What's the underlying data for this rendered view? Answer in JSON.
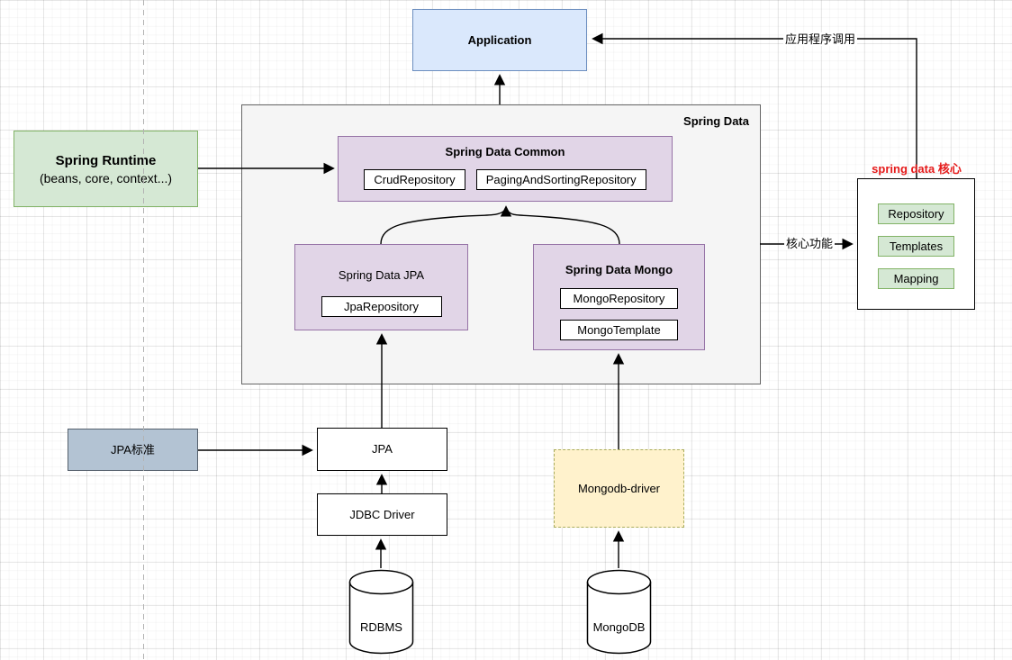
{
  "diagram": {
    "nodes": {
      "application": {
        "label": "Application"
      },
      "spring_data_container": {
        "label": "Spring Data"
      },
      "spring_data_common": {
        "title": "Spring Data Common",
        "items": [
          "CrudRepository",
          "PagingAndSortingRepository"
        ]
      },
      "spring_data_jpa": {
        "title": "Spring Data JPA",
        "items": [
          "JpaRepository"
        ]
      },
      "spring_data_mongo": {
        "title": "Spring Data Mongo",
        "items": [
          "MongoRepository",
          "MongoTemplate"
        ]
      },
      "spring_runtime": {
        "title": "Spring Runtime",
        "subtitle": "(beans, core, context...)"
      },
      "spring_data_core": {
        "heading": "spring data 核心",
        "items": [
          "Repository",
          "Templates",
          "Mapping"
        ]
      },
      "jpa_standard": {
        "label": "JPA标准"
      },
      "jpa": {
        "label": "JPA"
      },
      "jdbc_driver": {
        "label": "JDBC Driver"
      },
      "rdbms": {
        "label": "RDBMS"
      },
      "mongodb_driver": {
        "label": "Mongodb-driver"
      },
      "mongodb": {
        "label": "MongoDB"
      }
    },
    "edge_labels": {
      "app_call": "应用程序调用",
      "core_function": "核心功能"
    },
    "colors": {
      "blue_fill": "#dae8fc",
      "blue_border": "#6c8ebf",
      "purple_fill": "#e1d5e7",
      "purple_border": "#9673a6",
      "green_fill": "#d5e8d4",
      "green_border": "#82b366",
      "gray_fill": "#f5f5f5",
      "gray_border": "#666666",
      "yellow_fill": "#fff2cc",
      "yellow_border": "#aaad5c",
      "steel_fill": "#b3c3d3",
      "steel_border": "#55606c",
      "red_heading": "#e51a1a",
      "line": "#000000"
    }
  }
}
